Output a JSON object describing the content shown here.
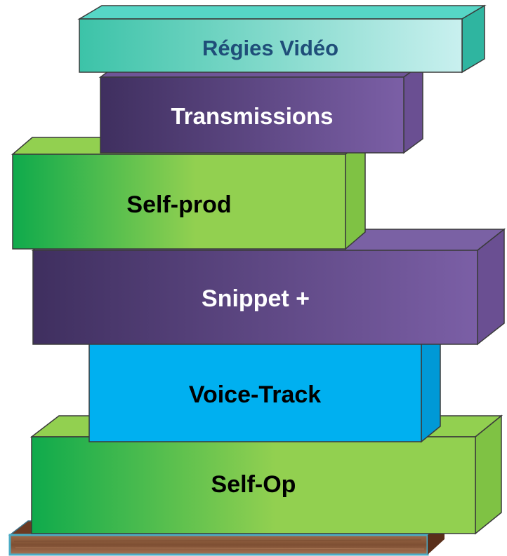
{
  "blocks": [
    {
      "label": "Régies Vidéo",
      "text_color": "#1f4e79",
      "front_from": "#3cc3a8",
      "front_to": "#c9f0ef",
      "top": "#56d6c6",
      "side": "#2fb5a0"
    },
    {
      "label": "Transmissions",
      "text_color": "#ffffff",
      "front_from": "#3f2f5f",
      "front_to": "#7b5fa6",
      "top": "#6f5597",
      "side": "#6a4f92"
    },
    {
      "label": "Self-prod",
      "text_color": "#000000",
      "front_from": "#0faa4c",
      "front_to": "#92d050",
      "top": "#92d050",
      "side": "#7fc244"
    },
    {
      "label": "Snippet +",
      "text_color": "#ffffff",
      "front_from": "#3f2f5f",
      "front_to": "#7b5fa6",
      "top": "#7a61a4",
      "side": "#6a4f92"
    },
    {
      "label": "Voice-Track",
      "text_color": "#000000",
      "front_from": "#00b0f0",
      "front_to": "#00b0f0",
      "top": "#00b0f0",
      "side": "#0099d6"
    },
    {
      "label": "Self-Op",
      "text_color": "#000000",
      "front_from": "#0faa4c",
      "front_to": "#92d050",
      "top": "#92d050",
      "side": "#7fc244"
    }
  ],
  "base": {
    "texture": "wood-plank",
    "color": "#8b5a3c",
    "border": "#4bacc6"
  }
}
